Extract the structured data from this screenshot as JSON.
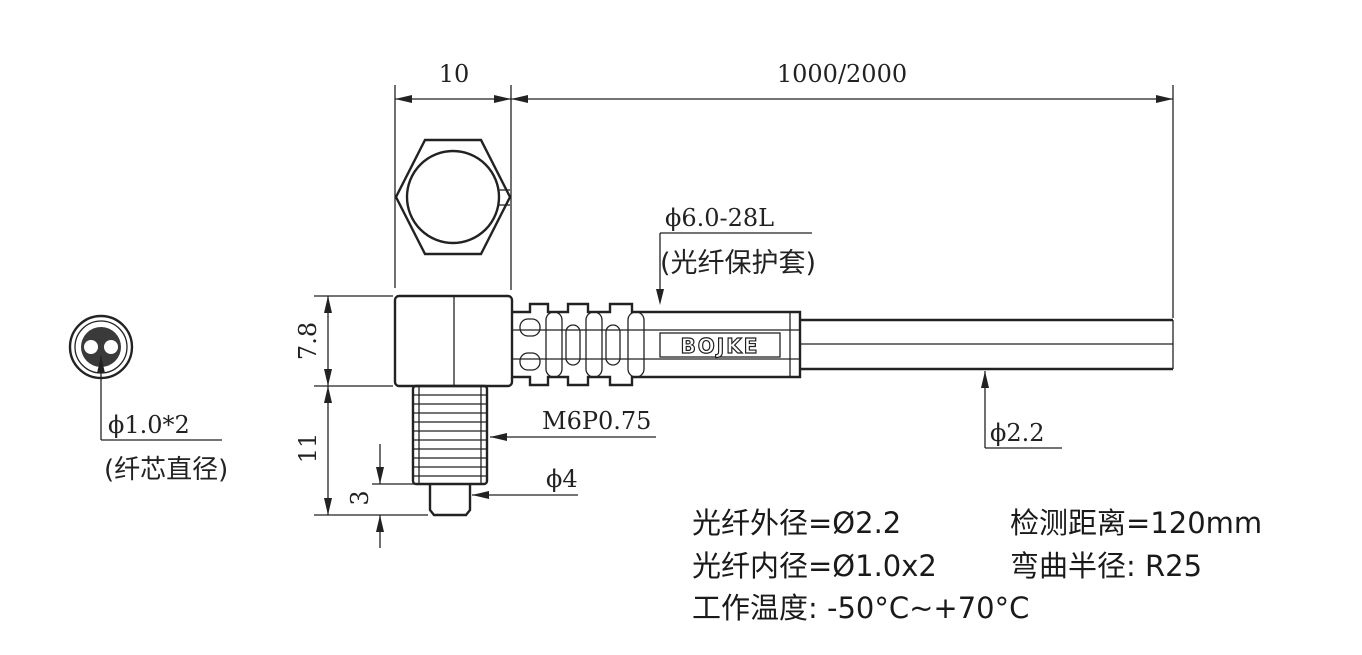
{
  "dimensions": {
    "hex_width": "10",
    "cable_length": "1000/2000",
    "sleeve_spec": "ϕ6.0-28L",
    "sleeve_name": "(光纤保护套)",
    "body_height": "7.8",
    "thread_length": "11",
    "tip_length": "3",
    "thread_spec": "M6P0.75",
    "tip_diameter": "ϕ4",
    "cable_diameter": "ϕ2.2",
    "core_spec": "ϕ1.0*2",
    "core_name": "(纤芯直径)"
  },
  "brand": "BOJKE",
  "specs": {
    "outer_diameter": "光纤外径=Ø2.2",
    "inner_diameter": "光纤内径=Ø1.0x2",
    "temperature": "工作温度: -50°C~+70°C",
    "distance": "检测距离=120mm",
    "bend_radius": "弯曲半径: R25"
  }
}
